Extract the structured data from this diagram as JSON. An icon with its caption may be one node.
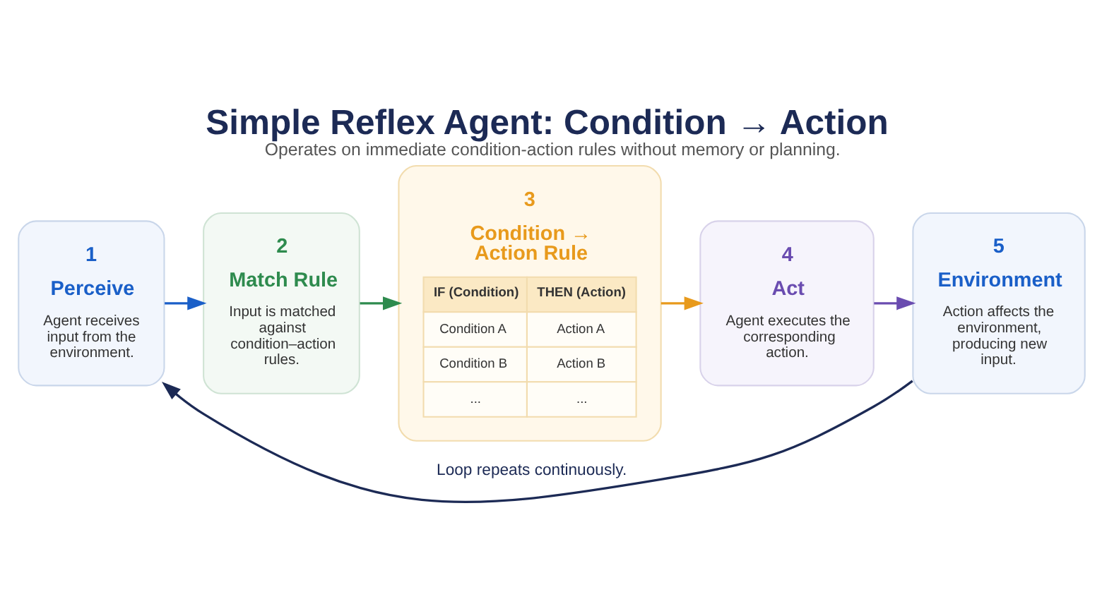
{
  "diagram": {
    "title": "Simple Reflex Agent: Condition → Action",
    "caption": "Operates on immediate condition-action rules without memory or planning.",
    "nodes": [
      {
        "text": [
          "1",
          "Perceive",
          "Agent receives input from the environment."
        ]
      },
      {
        "text": [
          "2",
          "Match Rule",
          "Input is matched against condition–action rules."
        ]
      },
      {
        "text": [
          "3",
          "Condition → Action Rule",
          "IF (Condition)",
          "THEN (Action)",
          "Condition A",
          "Action A",
          "Condition B",
          "Action B",
          "...",
          "..."
        ]
      },
      {
        "text": [
          "4",
          "Act",
          "Agent executes the corresponding action."
        ]
      },
      {
        "text": [
          "5",
          "Environment",
          "Action affects the environment, producing new input."
        ]
      }
    ],
    "edges": [
      {
        "from": 0,
        "to": 1,
        "arrow": "to",
        "color": "#1a5fc8"
      },
      {
        "from": 1,
        "to": 2,
        "arrow": "to",
        "color": "#2e8b4e"
      },
      {
        "from": 2,
        "to": 3,
        "arrow": "to",
        "color": "#e89a1c"
      },
      {
        "from": 3,
        "to": 4,
        "arrow": "to",
        "color": "#6a4cb0"
      },
      {
        "from": 4,
        "to": 0,
        "arrow": "to",
        "label": "Loop repeats continuously.",
        "color": "#1c2a55"
      }
    ]
  }
}
